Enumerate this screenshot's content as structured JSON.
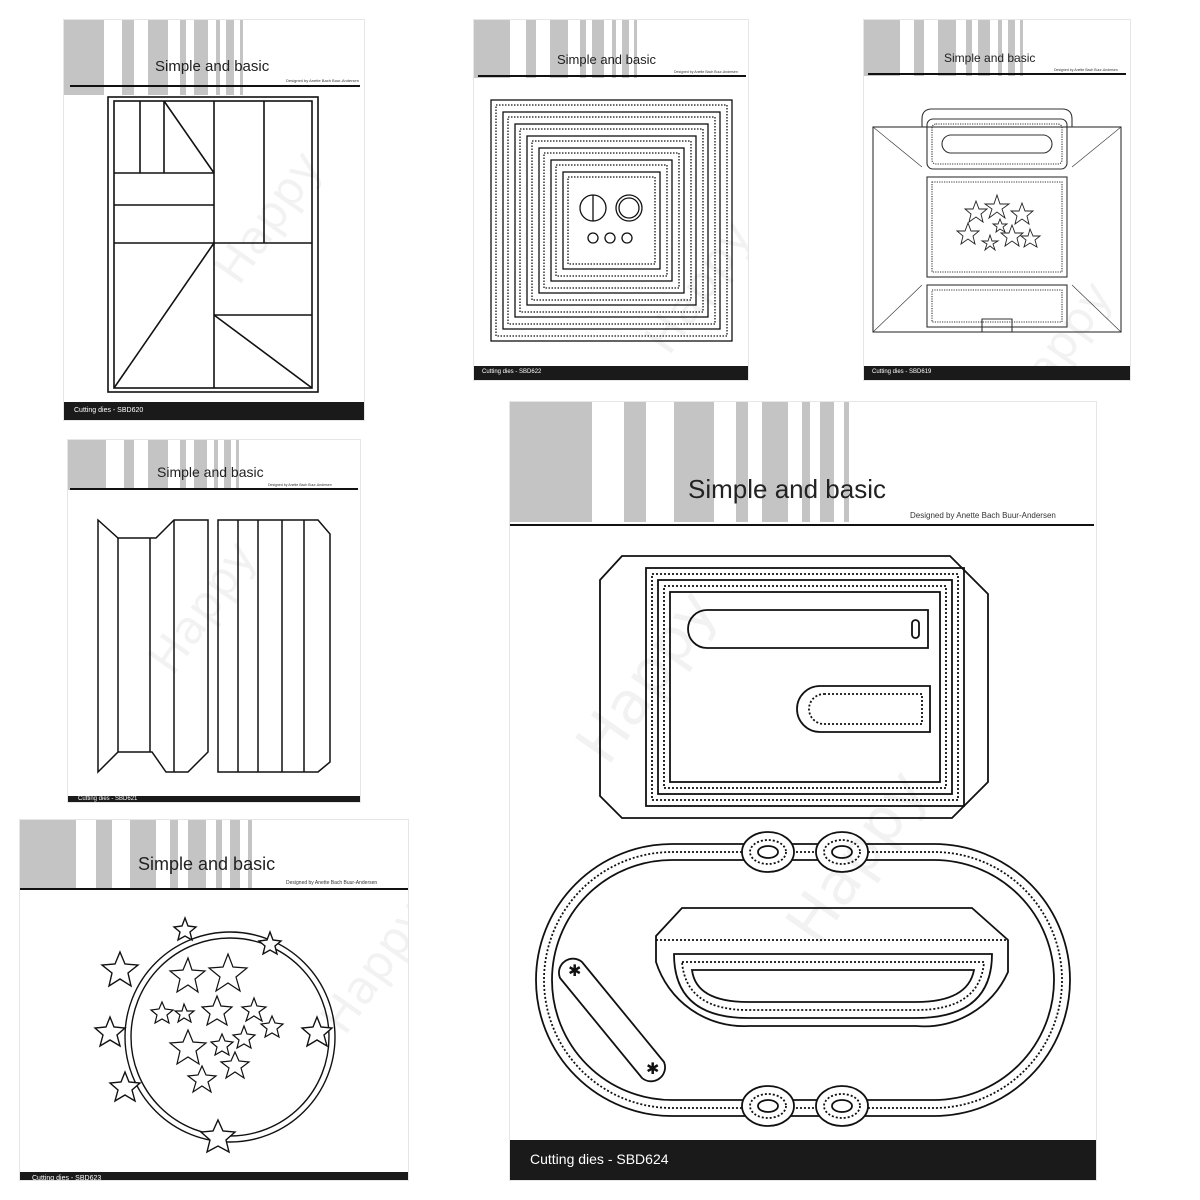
{
  "brand": "Simple and basic",
  "designer": "Designed by Anette Bach Buur-Andersen",
  "watermark": "Happy",
  "colors": {
    "stripe": "#bdbdbd",
    "footer": "#1a1a1a",
    "line": "#111111"
  },
  "cards": [
    {
      "id": "sbd620",
      "footer": "Cutting dies - SBD620"
    },
    {
      "id": "sbd622",
      "footer": "Cutting dies - SBD622"
    },
    {
      "id": "sbd619",
      "footer": "Cutting dies - SBD619"
    },
    {
      "id": "sbd621",
      "footer": "Cutting dies - SBD621"
    },
    {
      "id": "sbd623",
      "footer": "Cutting dies - SBD623"
    },
    {
      "id": "sbd624",
      "footer": "Cutting dies - SBD624"
    }
  ]
}
